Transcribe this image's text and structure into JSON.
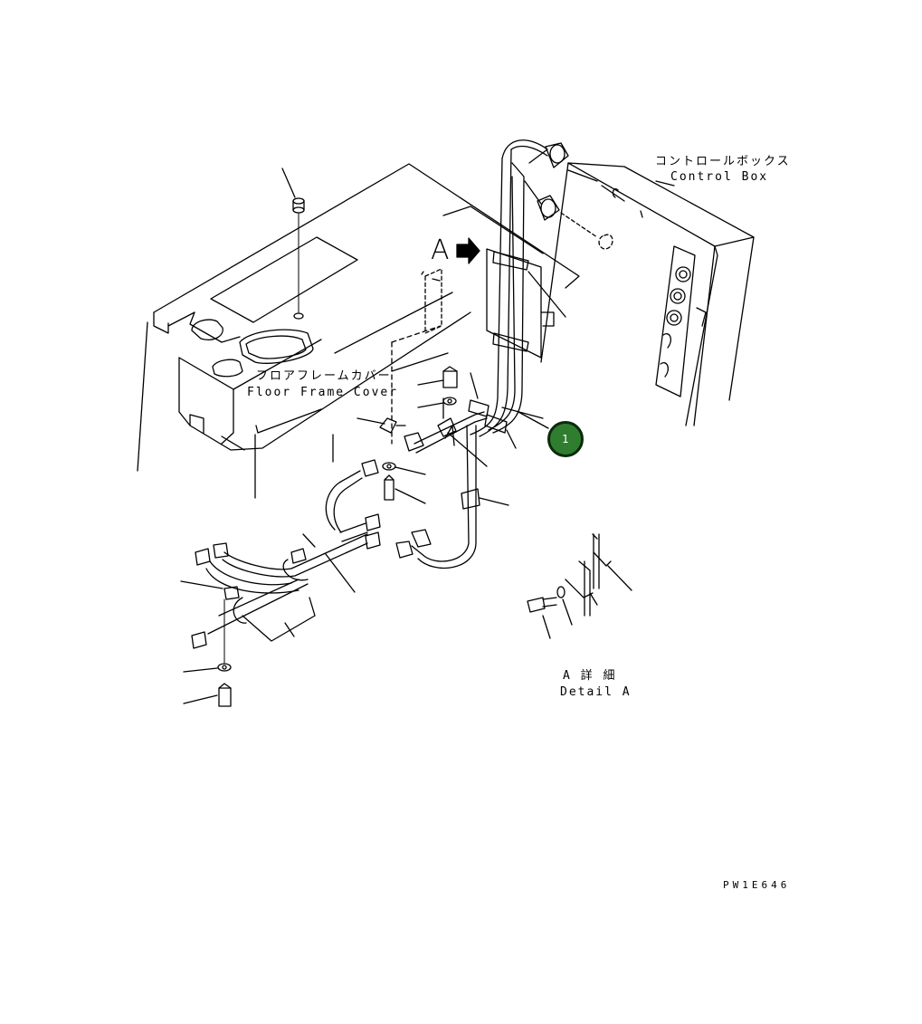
{
  "labels": {
    "control_box_jp": "コントロールボックス",
    "control_box_en": "Control Box",
    "floor_frame_cover_jp": "フロアフレームカバー",
    "floor_frame_cover_en": "Floor Frame Cover",
    "detail_marker": "A",
    "detail_a_jp": "A 詳 細",
    "detail_a_en": "Detail A",
    "drawing_code": "PW1E646"
  },
  "callouts": [
    {
      "number": "1",
      "color": "#2f7d2f"
    }
  ]
}
